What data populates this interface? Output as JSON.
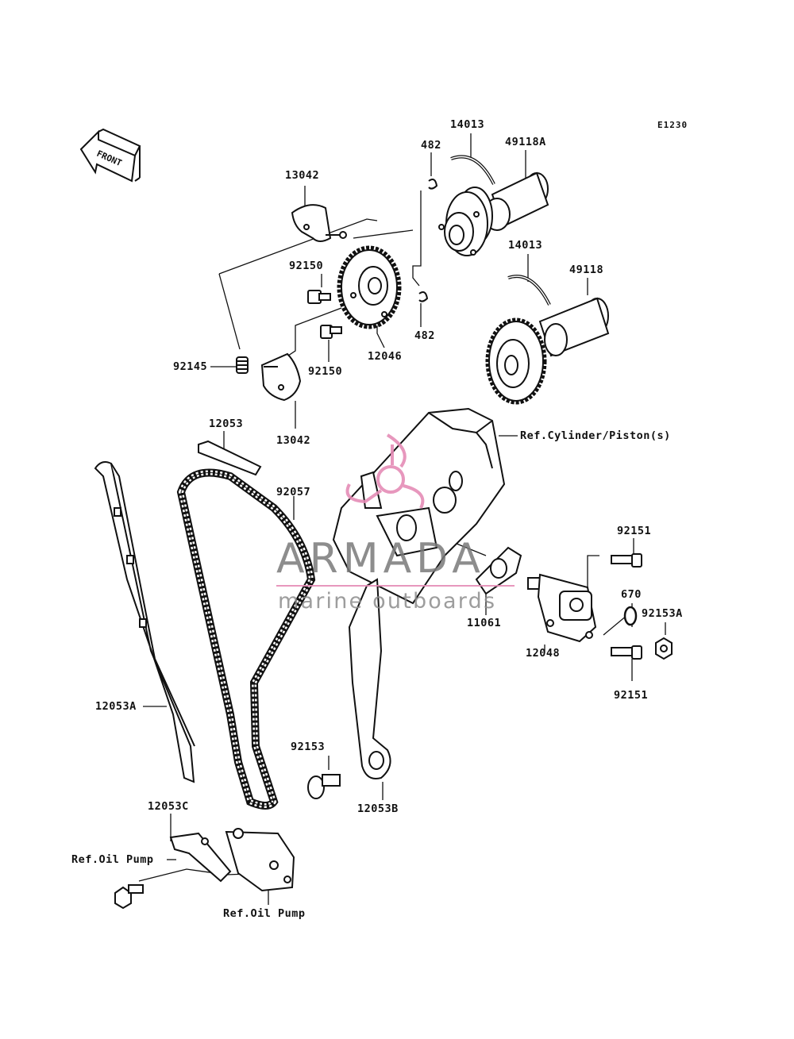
{
  "diagram_code": "E1230",
  "front_label": "FRONT",
  "watermark": {
    "title": "ARMADA",
    "subtitle": "marine outboards",
    "accent_color": "#e58cb6"
  },
  "labels": {
    "p14013_top": "14013",
    "p49118a": "49118A",
    "p482_top": "482",
    "p13042_top": "13042",
    "p92150_top": "92150",
    "p14013_mid": "14013",
    "p49118": "49118",
    "p482_bottom": "482",
    "p92145": "92145",
    "p92150_bottom": "92150",
    "p12046": "12046",
    "p13042_bottom": "13042",
    "p12053": "12053",
    "ref_cylinder": "Ref.Cylinder/Piston(s)",
    "p92057": "92057",
    "p92151_top": "92151",
    "p670": "670",
    "p92153a": "92153A",
    "p11061": "11061",
    "p12048": "12048",
    "p92151_bottom": "92151",
    "p12053a": "12053A",
    "p92153": "92153",
    "p12053b": "12053B",
    "p12053c": "12053C",
    "ref_oil_pump_left": "Ref.Oil Pump",
    "ref_oil_pump_bottom": "Ref.Oil Pump"
  }
}
